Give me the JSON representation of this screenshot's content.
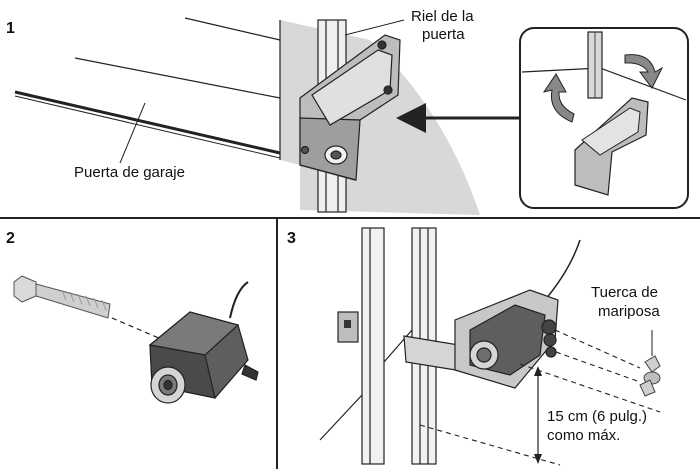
{
  "panels": [
    {
      "number": "1",
      "labels": {
        "rail": [
          "Riel de la",
          "puerta"
        ],
        "door": "Puerta de garaje"
      }
    },
    {
      "number": "2"
    },
    {
      "number": "3",
      "labels": {
        "nut": [
          "Tuerca de",
          "mariposa"
        ],
        "distance": [
          "15 cm (6 pulg.)",
          "como máx."
        ]
      }
    }
  ],
  "colors": {
    "line": "#222222",
    "wall_gray": "#d6d6d6",
    "metal": "#bdbdbd",
    "metal_light": "#e6e6e6",
    "sensor_dark": "#4a4a4a",
    "sensor_mid": "#6b6b6b"
  },
  "icons": [
    "rotate-arrow-icon",
    "pointer-arrow-icon"
  ]
}
